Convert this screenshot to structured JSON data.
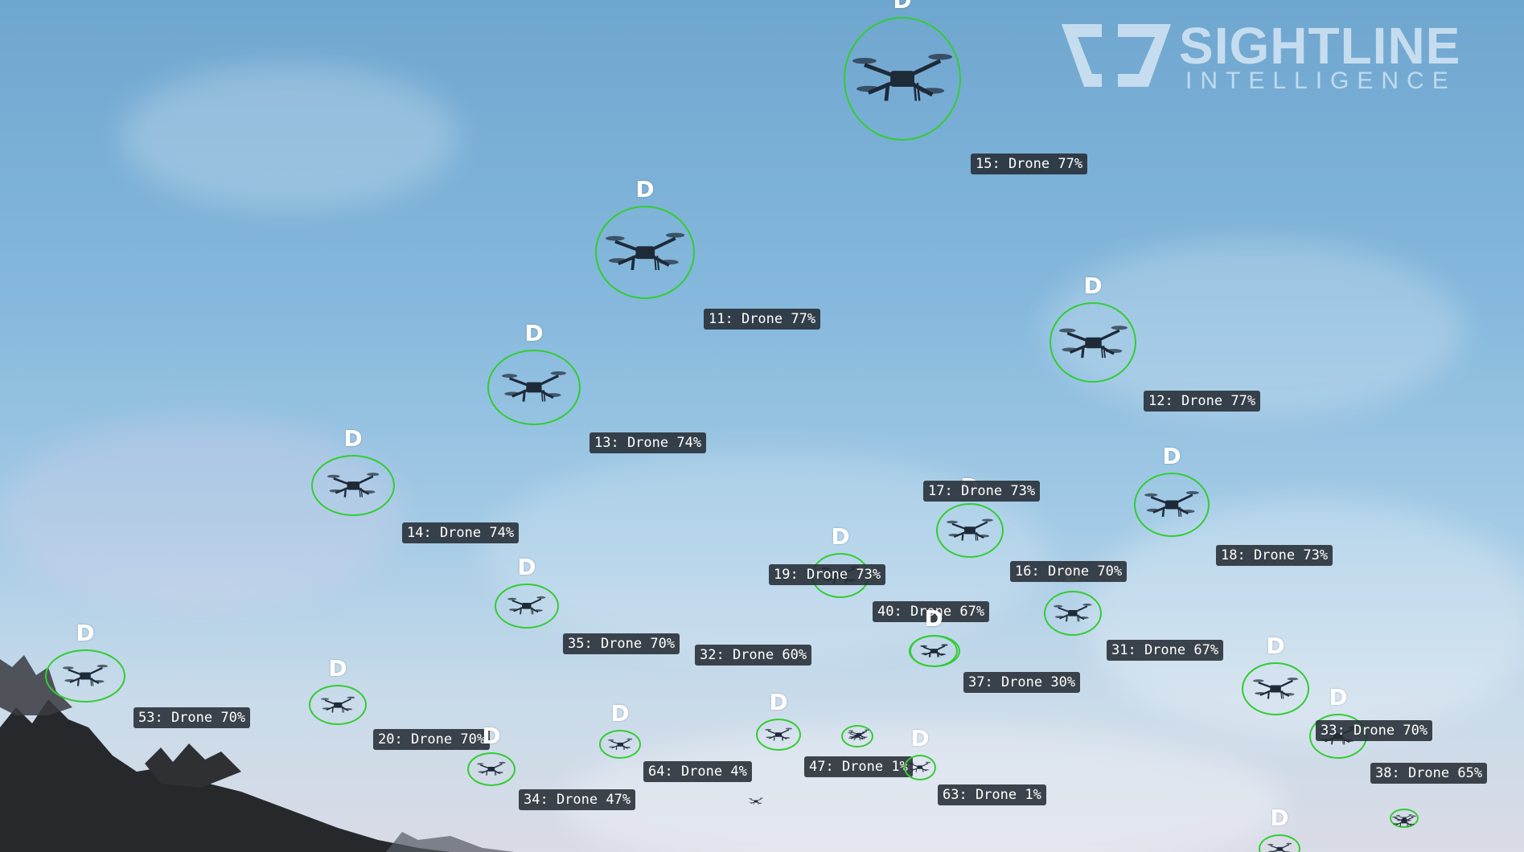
{
  "logo": {
    "wordmark": "SIGHTLINE",
    "sub": "INTELLIGENCE"
  },
  "marker_letter": "D",
  "colors": {
    "detection_ring": "#33cc33",
    "label_bg": "#262c34",
    "sky_top": "#6fa6cf",
    "sky_bottom": "#d9dbe6"
  },
  "detections": [
    {
      "label": "15: Drone 77%"
    },
    {
      "label": "11: Drone 77%"
    },
    {
      "label": "12: Drone 77%"
    },
    {
      "label": "13: Drone 74%"
    },
    {
      "label": "14: Drone 74%"
    },
    {
      "label": "17: Drone 73%"
    },
    {
      "label": "18: Drone 73%"
    },
    {
      "label": "19: Drone 73%"
    },
    {
      "label": "16: Drone 70%"
    },
    {
      "label": "40: Drone 67%"
    },
    {
      "label": "31: Drone 67%"
    },
    {
      "label": "35: Drone 70%"
    },
    {
      "label": "32: Drone 60%"
    },
    {
      "label": "37: Drone 30%"
    },
    {
      "label": "53: Drone 70%"
    },
    {
      "label": "20: Drone 70%"
    },
    {
      "label": "33: Drone 70%"
    },
    {
      "label": "38: Drone 65%"
    },
    {
      "label": "64: Drone 4%"
    },
    {
      "label": "47: Drone 1%"
    },
    {
      "label": "63: Drone 1%"
    },
    {
      "label": "34: Drone 47%"
    },
    {
      "label": ""
    }
  ]
}
